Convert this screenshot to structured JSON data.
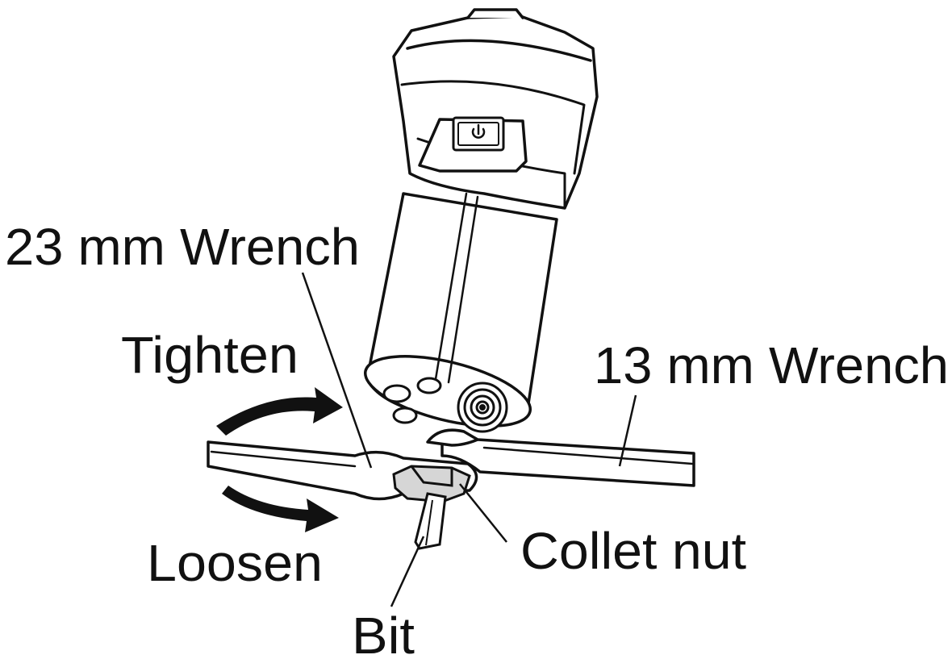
{
  "labels": {
    "wrench23": "23 mm Wrench",
    "tighten": "Tighten",
    "wrench13": "13 mm Wrench",
    "loosen": "Loosen",
    "collet_nut": "Collet nut",
    "bit": "Bit"
  },
  "icons": {
    "power_button": "power-icon"
  },
  "colors": {
    "ink": "#111111",
    "paper": "#ffffff",
    "shade": "#d6d6d6"
  }
}
